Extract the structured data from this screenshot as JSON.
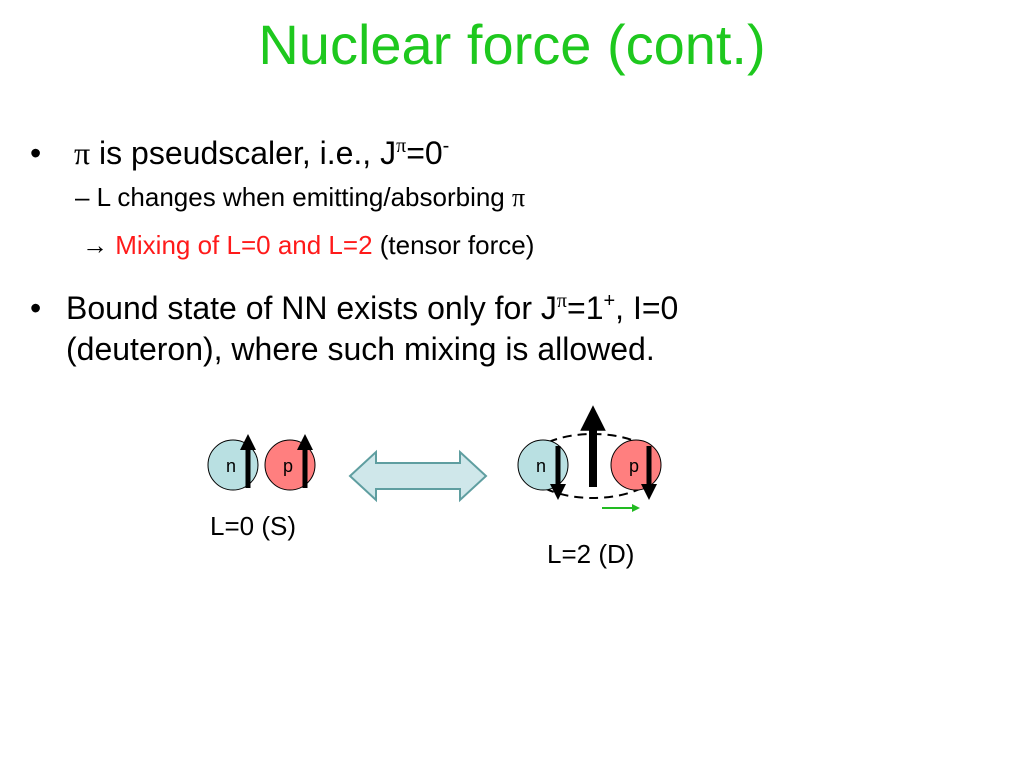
{
  "slide": {
    "title": "Nuclear force (cont.)"
  },
  "bullets": {
    "b1": {
      "marker": "•",
      "pi": "π",
      "text": " is pseudscaler, i.e., J",
      "sup_pi": "π",
      "value": "=0",
      "sup_sign": "-"
    },
    "b1_sub": {
      "text": "– L changes when emitting/absorbing ",
      "pi": "π"
    },
    "b1_sub2": {
      "arrow": "→ ",
      "red_text": "Mixing of L=0 and L=2",
      "rest": " (tensor force)"
    },
    "b2": {
      "marker": "•",
      "text_a": "Bound state of NN exists only for J",
      "sup_pi": "π",
      "value": "=1",
      "sup_sign": "+",
      "text_b": ", I=0",
      "line2": "(deuteron), where such mixing is allowed."
    }
  },
  "diagram": {
    "left": {
      "n_label": "n",
      "p_label": "p",
      "caption": "L=0 (S)"
    },
    "right": {
      "n_label": "n",
      "p_label": "p",
      "caption": "L=2 (D)"
    },
    "colors": {
      "neutron_fill": "#b9e0e2",
      "proton_fill": "#ff7f7f",
      "double_arrow_fill": "#cfe7ea",
      "double_arrow_stroke": "#5f9ea0",
      "motion_arrow": "#22bb22"
    }
  }
}
